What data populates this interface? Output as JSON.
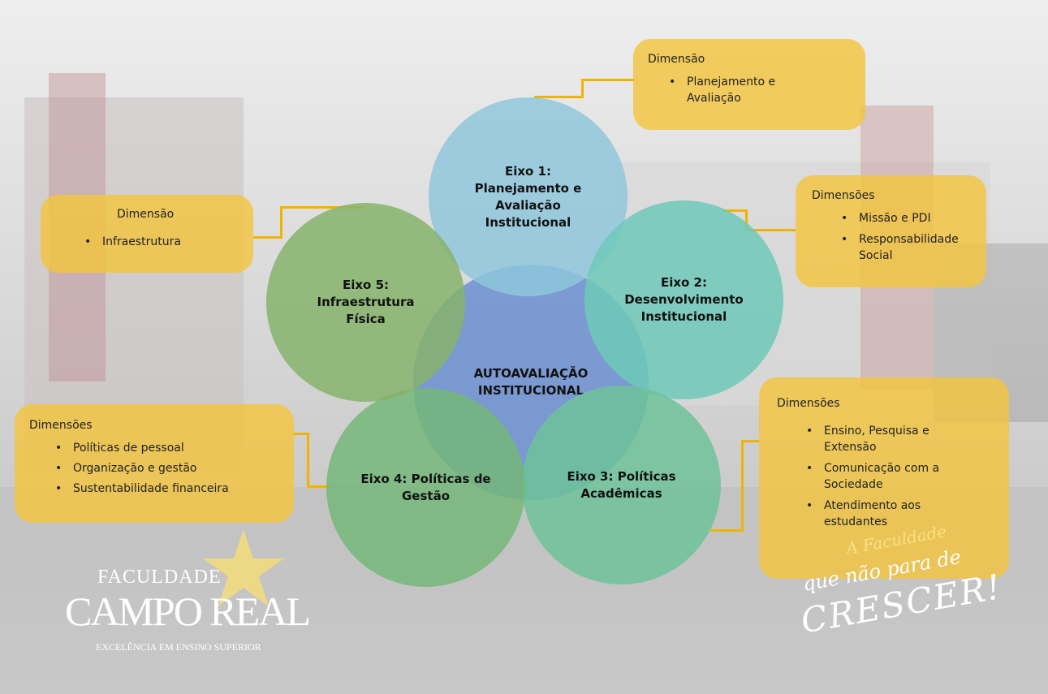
{
  "center": {
    "label": "AUTOAVALIAÇÃO\nINSTITUCIONAL"
  },
  "eixos": [
    {
      "label": "Eixo 1:\nPlanejamento e\nAvaliação\nInstitucional",
      "color": "#8fc7dc"
    },
    {
      "label": "Eixo 2:\nDesenvolvimento\nInstitucional",
      "color": "#6fc9b8"
    },
    {
      "label": "Eixo 3: Políticas\nAcadêmicas",
      "color": "#6fc29a"
    },
    {
      "label": "Eixo 4: Políticas de\nGestão",
      "color": "#74b779"
    },
    {
      "label": "Eixo 5:\nInfraestrutura\nFísica",
      "color": "#86b36c"
    }
  ],
  "center_color": "#6b8fd0",
  "dimension_boxes": [
    {
      "title": "Dimensão",
      "items": [
        "Planejamento e Avaliação"
      ]
    },
    {
      "title": "Dimensões",
      "items": [
        "Missão e PDI",
        "Responsabilidade Social"
      ]
    },
    {
      "title": "Dimensões",
      "items": [
        "Ensino, Pesquisa e Extensão",
        "Comunicação com a Sociedade",
        "Atendimento aos estudantes"
      ]
    },
    {
      "title": "Dimensões",
      "items": [
        "Políticas de pessoal",
        "Organização e gestão",
        "Sustentabilidade financeira"
      ]
    },
    {
      "title": "Dimensão",
      "items": [
        "Infraestrutura"
      ]
    }
  ],
  "logo": {
    "line1": "FACULDADE",
    "line2": "CAMPO REAL",
    "line3": "EXCELÊNCIA EM ENSINO SUPERIOR"
  },
  "slogan": {
    "line1": "A Faculdade",
    "line2": "que não para de",
    "line3": "CRESCER!"
  },
  "accent_color": "#f0b400"
}
